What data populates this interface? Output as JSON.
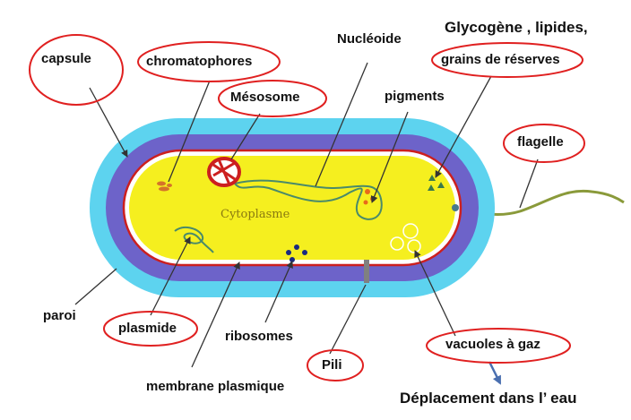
{
  "labels": {
    "glycogene": "Glycogène  , lipides,",
    "grains": "grains de réserves",
    "capsule": "capsule",
    "chromatophores": "chromatophores",
    "nucleoide": "Nucléoide",
    "mesosome": "Mésosome",
    "pigments": "pigments",
    "flagelle": "flagelle",
    "cytoplasme": "Cytoplasme",
    "paroi": "paroi",
    "plasmide": "plasmide",
    "ribosomes": "ribosomes",
    "vacuoles": "vacuoles à gaz",
    "pili": "Pili",
    "membrane": "membrane plasmique",
    "deplacement": "Déplacement dans l’ eau"
  },
  "colors": {
    "capsule": "#5dd3ef",
    "paroi": "#6d63c9",
    "membrane": "#cc1f1f",
    "cytoplasm": "#f5ef1f",
    "circle": "#e02020",
    "arrow": "#4a6fb0"
  }
}
